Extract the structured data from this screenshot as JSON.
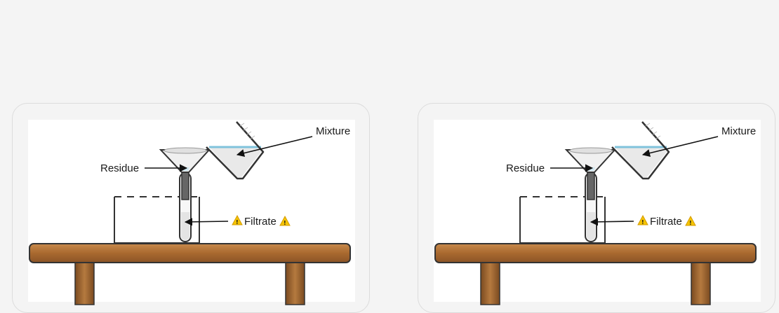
{
  "panels": [
    {
      "labels": {
        "mixture": "Mixture",
        "residue": "Residue",
        "filtrate": "Filtrate"
      },
      "icons": [
        "warning-icon",
        "warning-icon"
      ]
    },
    {
      "labels": {
        "mixture": "Mixture",
        "residue": "Residue",
        "filtrate": "Filtrate"
      },
      "icons": [
        "warning-icon",
        "warning-icon"
      ]
    }
  ],
  "colors": {
    "liquid": "#b9dbe8",
    "liquid_surface": "#7fc3dc",
    "glass_fill": "#e9e9e9",
    "outline": "#333333",
    "table_top": "#a9692f",
    "table_leg": "#8b5426",
    "warning": "#f5c400"
  }
}
